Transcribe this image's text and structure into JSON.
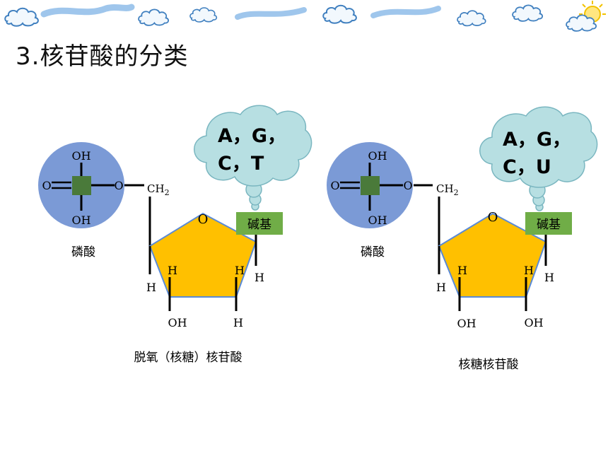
{
  "slide": {
    "title": "3.核苷酸的分类"
  },
  "theme": {
    "phosphate_fill": "#7b9ad6",
    "phosphorus_fill": "#4a7a3a",
    "sugar_fill": "#ffc000",
    "sugar_stroke": "#5a8ad6",
    "base_fill": "#70ad47",
    "cloud_fill": "#b7dfe2",
    "cloud_stroke": "#7ab6c0",
    "bond_color": "#000000"
  },
  "icons": [
    "cloud-icon",
    "sun-icon"
  ],
  "deoxy": {
    "phosphate": {
      "top": "OH",
      "bottom": "OH",
      "left": "O",
      "right": "O",
      "caption": "磷酸"
    },
    "ch2": {
      "main": "CH",
      "sub": "2"
    },
    "ring_o": "O",
    "base": "碱基",
    "bases": {
      "line1": "A，G，",
      "line2": "C，T"
    },
    "h_c4": "H",
    "h_c3_up": "H",
    "h_c2_up": "H",
    "h_c1": "H",
    "c3_sub": "OH",
    "c2_sub": "H",
    "caption": "脱氧（核糖）核苷酸"
  },
  "ribo": {
    "phosphate": {
      "top": "OH",
      "bottom": "OH",
      "left": "O",
      "right": "O",
      "caption": "磷酸"
    },
    "ch2": {
      "main": "CH",
      "sub": "2"
    },
    "ring_o": "O",
    "base": "碱基",
    "bases": {
      "line1": "A，G，",
      "line2": "C，U"
    },
    "h_c4": "H",
    "h_c3_up": "H",
    "h_c2_up": "H",
    "h_c1": "H",
    "c3_sub": "OH",
    "c2_sub": "OH",
    "caption": "核糖核苷酸"
  }
}
